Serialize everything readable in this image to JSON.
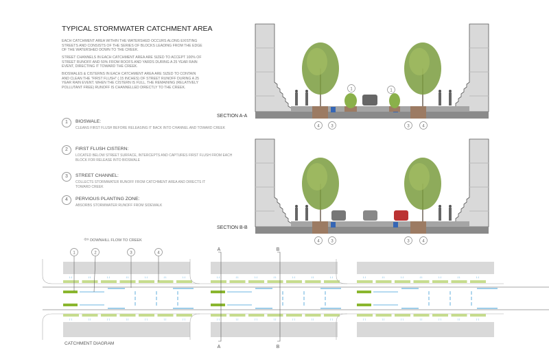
{
  "title": "TYPICAL STORMWATER CATCHMENT AREA",
  "paragraphs": [
    "Each catchment area within the watershed occurs along existing streets and consists of the series of blocks leading from the edge of the watershed down to the creek.",
    "Street channels in each catchment area are sized to accept 100% of street runoff and 50% from roofs and yards during a 25 year rain event, directing it toward the creek.",
    "Bioswales & cisterns in each catchment area are sized to contain and clean the \"first flush\" (.15 inches) of street runoff during a 25 year rain event. When the cistern is full, the remaining (relatively pollutant free) runoff is channelled directly to the creek."
  ],
  "legend": [
    {
      "num": "1",
      "title": "BIOSWALE:",
      "desc": "CLEANS FIRST FLUSH BEFORE RELEASING IT BACK INTO CHANNEL AND TOWARD CREEK"
    },
    {
      "num": "2",
      "title": "FIRST FLUSH CISTERN:",
      "desc": "LOCATED BELOW STREET SURFACE, INTERCEPTS AND CAPTURES FIRST FLUSH FROM EACH BLOCK FOR RELEASE INTO BIOSWALE"
    },
    {
      "num": "3",
      "title": "STREET CHANNEL:",
      "desc": "COLLECTS STORMWATER RUNOFF FROM CATCHMENT AREA AND DIRECTS IT TOWARD CREEK"
    },
    {
      "num": "4",
      "title": "PERVIOUS PLANTING ZONE:",
      "desc": "ABSORBS STORMWATER RUNOFF FROM SIDEWALK"
    }
  ],
  "section_a": "SECTION A-A",
  "section_b": "SECTION B-B",
  "flow_label": "DOWNHILL FLOW TO CREEK",
  "diagram_label": "CATCHMENT DIAGRAM",
  "cut_a": "A",
  "cut_b": "B",
  "callouts": [
    "1",
    "2",
    "3",
    "4"
  ],
  "colors": {
    "water": "#3a9bd6",
    "bioswale": "#8ab62e",
    "planting": "#c6dc8e",
    "building": "#d9d9d9",
    "tree": "#7a9c3e"
  }
}
